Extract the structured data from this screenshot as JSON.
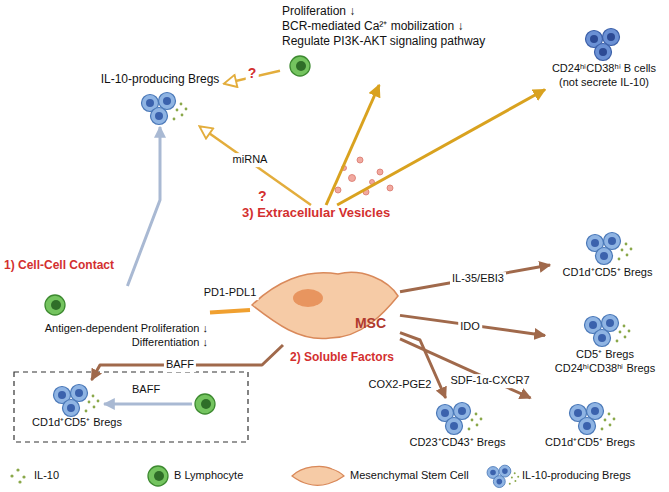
{
  "diagram": {
    "nodes": [
      {
        "text": [
          "IL-10-producing Bregs"
        ]
      },
      {
        "text": [
          "Proliferation ↓",
          "BCR-mediated Ca²⁺ mobilization ↓",
          "Regulate PI3K-AKT signaling pathway"
        ]
      },
      {
        "text": [
          "CD24ʰⁱCD38ʰⁱ B cells (not secrete IL-10)"
        ]
      },
      {
        "text": [
          "3) Extracellular Vesicles"
        ]
      },
      {
        "text": [
          "Antigen-dependent Proliferation ↓",
          "Differentiation ↓"
        ]
      },
      {
        "text": [
          "MSC"
        ]
      },
      {
        "text": [
          "CD1d⁺CD5⁺ Bregs"
        ]
      },
      {
        "text": [
          "CD5⁺ Bregs",
          "CD24ʰⁱCD38ʰⁱ Bregs"
        ]
      },
      {
        "text": [
          "CD1d⁺CD5⁺ Bregs"
        ]
      },
      {
        "text": [
          "CD23⁺CD43⁺ Bregs"
        ]
      },
      {
        "text": [
          "CD1d⁺CD5⁺ Bregs"
        ]
      }
    ],
    "edges": [
      {
        "from": 1,
        "to": 0,
        "arrow": "to",
        "label": "?"
      },
      {
        "from": 3,
        "to": 0,
        "arrow": "to",
        "label": "miRNA"
      },
      {
        "from": 3,
        "to": 1,
        "arrow": "to"
      },
      {
        "from": 3,
        "to": 2,
        "arrow": "to"
      },
      {
        "from": 4,
        "to": 0,
        "arrow": "to"
      },
      {
        "from": 4,
        "to": 5,
        "arrow": "none",
        "label": "PD1-PDL1"
      },
      {
        "from": 5,
        "to": 6,
        "arrow": "to",
        "label": "IL-35/EBI3"
      },
      {
        "from": 5,
        "to": 7,
        "arrow": "to",
        "label": "IDO"
      },
      {
        "from": 5,
        "to": 8,
        "arrow": "to",
        "label": "SDF-1α-CXCR7"
      },
      {
        "from": 5,
        "to": 9,
        "arrow": "to",
        "label": "COX2-PGE2"
      },
      {
        "from": 5,
        "to": 10,
        "arrow": "to",
        "label": "BAFF"
      }
    ],
    "labels": [
      "1) Cell-Cell Contact",
      "2) Soluble Factors",
      "?",
      "BAFF"
    ],
    "legend": [
      {
        "text": "IL-10"
      },
      {
        "text": "B Lymphocyte"
      },
      {
        "text": "Mesenchymal Stem Cell"
      },
      {
        "text": "IL-10-producing Bregs"
      }
    ]
  }
}
